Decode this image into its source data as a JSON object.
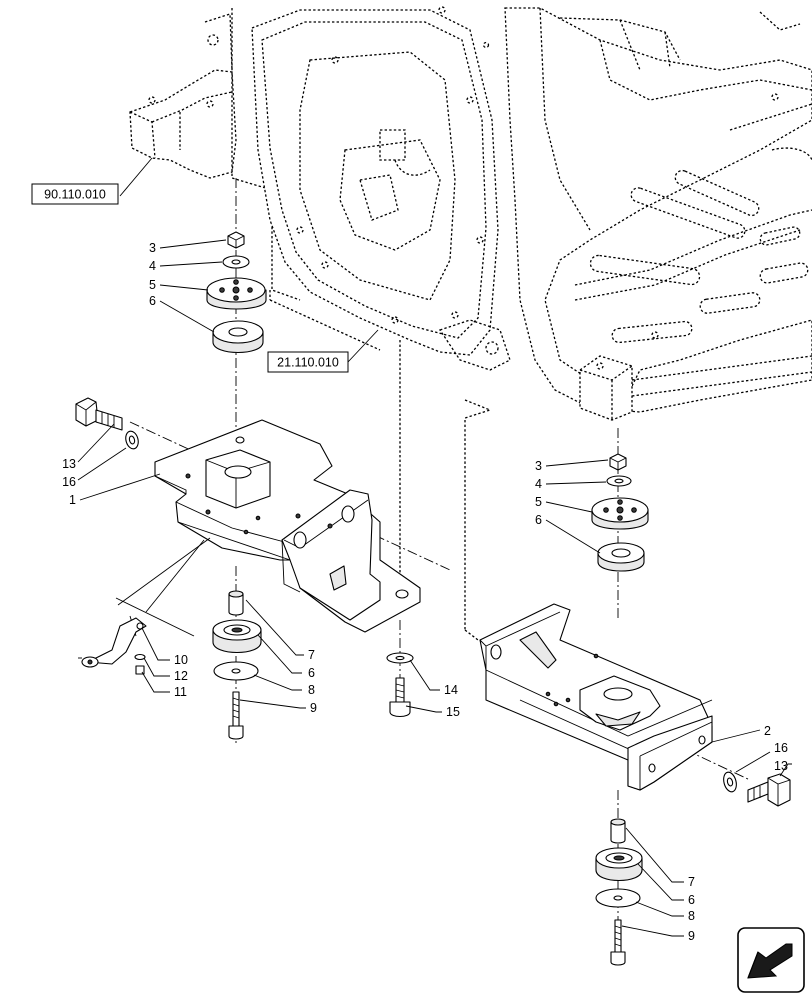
{
  "references": [
    {
      "id": "ref-90",
      "text": "90.110.010"
    },
    {
      "id": "ref-21",
      "text": "21.110.010"
    }
  ],
  "callouts": [
    {
      "id": "c-left-3",
      "text": "3"
    },
    {
      "id": "c-left-4",
      "text": "4"
    },
    {
      "id": "c-left-5",
      "text": "5"
    },
    {
      "id": "c-left-6",
      "text": "6"
    },
    {
      "id": "c-left-13",
      "text": "13"
    },
    {
      "id": "c-left-16",
      "text": "16"
    },
    {
      "id": "c-left-1",
      "text": "1"
    },
    {
      "id": "c-left-7",
      "text": "7"
    },
    {
      "id": "c-left-6b",
      "text": "6"
    },
    {
      "id": "c-left-8",
      "text": "8"
    },
    {
      "id": "c-left-9",
      "text": "9"
    },
    {
      "id": "c-left-10",
      "text": "10"
    },
    {
      "id": "c-left-12",
      "text": "12"
    },
    {
      "id": "c-left-11",
      "text": "11"
    },
    {
      "id": "c-left-14",
      "text": "14"
    },
    {
      "id": "c-left-15",
      "text": "15"
    },
    {
      "id": "c-right-3",
      "text": "3"
    },
    {
      "id": "c-right-4",
      "text": "4"
    },
    {
      "id": "c-right-5",
      "text": "5"
    },
    {
      "id": "c-right-6",
      "text": "6"
    },
    {
      "id": "c-right-2",
      "text": "2"
    },
    {
      "id": "c-right-16",
      "text": "16"
    },
    {
      "id": "c-right-13",
      "text": "13"
    },
    {
      "id": "c-right-7",
      "text": "7"
    },
    {
      "id": "c-right-6b",
      "text": "6"
    },
    {
      "id": "c-right-8",
      "text": "8"
    },
    {
      "id": "c-right-9",
      "text": "9"
    }
  ],
  "icons": {
    "corner": "direction-arrow-icon"
  }
}
